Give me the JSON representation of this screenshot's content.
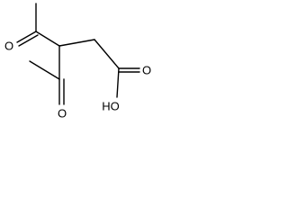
{
  "structure": {
    "atom_labels": {
      "upper_ketone_oxygen": "O",
      "lower_ketone_oxygen": "O",
      "acid_carbonyl_oxygen": "O",
      "acid_hydroxyl": "HO"
    },
    "colors": {
      "bond": "#000000",
      "label": "#000000",
      "background": "#ffffff"
    }
  }
}
